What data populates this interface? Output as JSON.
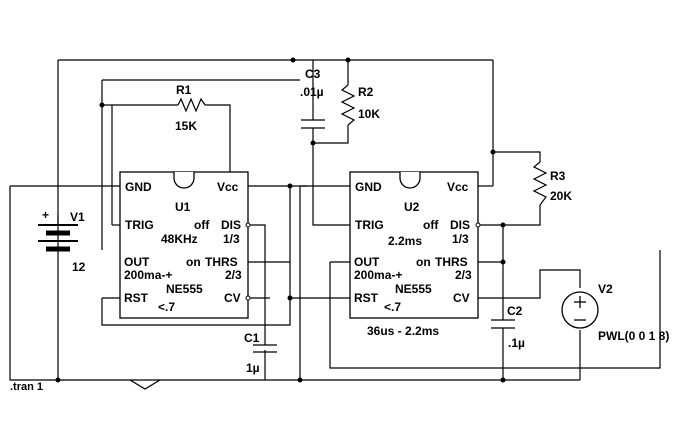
{
  "simulation": {
    "directive": ".tran 1"
  },
  "v1": {
    "ref": "V1",
    "value": "12"
  },
  "v2": {
    "ref": "V2",
    "value": "PWL(0 0 1 8)"
  },
  "r1": {
    "ref": "R1",
    "value": "15K"
  },
  "r2": {
    "ref": "R2",
    "value": "10K"
  },
  "r3": {
    "ref": "R3",
    "value": "20K"
  },
  "c1": {
    "ref": "C1",
    "value": "1µ"
  },
  "c2": {
    "ref": "C2",
    "value": ".1µ"
  },
  "c3": {
    "ref": "C3",
    "value": ".01µ"
  },
  "u1": {
    "ref": "U1",
    "model": "NE555",
    "note": "48KHz",
    "pins": {
      "gnd": "GND",
      "vcc": "Vcc",
      "trig": "TRIG",
      "off": "off",
      "dis": "DIS",
      "ratio13": "1/3",
      "out": "OUT",
      "on": "on",
      "thrs": "THRS",
      "out_current": "200ma-+",
      "ratio23": "2/3",
      "rst": "RST",
      "cv": "CV",
      "rst_level": "<.7"
    }
  },
  "u2": {
    "ref": "U2",
    "model": "NE555",
    "note": "2.2ms",
    "caption": "36us - 2.2ms",
    "pins": {
      "gnd": "GND",
      "vcc": "Vcc",
      "trig": "TRIG",
      "off": "off",
      "dis": "DIS",
      "ratio13": "1/3",
      "out": "OUT",
      "on": "on",
      "thrs": "THRS",
      "out_current": "200ma-+",
      "ratio23": "2/3",
      "rst": "RST",
      "cv": "CV",
      "rst_level": "<.7"
    }
  },
  "v1_plus_sign": "+"
}
